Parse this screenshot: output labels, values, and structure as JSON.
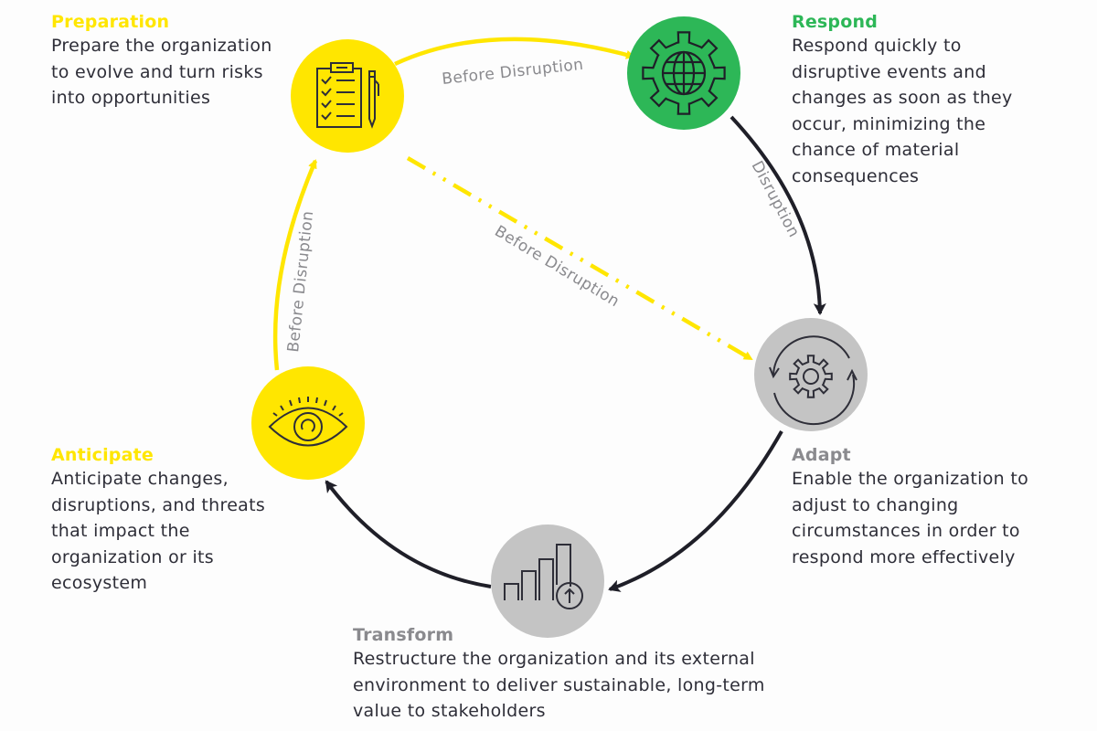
{
  "colors": {
    "yellow": "#ffe600",
    "green": "#2db757",
    "gray_circle": "#c4c4c4",
    "gray_text": "#8a8a8e",
    "dark": "#2e2e38",
    "yellow_title": "#ffe600",
    "green_title": "#2db757",
    "gray_title": "#8a8a8e"
  },
  "stages": {
    "preparation": {
      "title": "Preparation",
      "desc_lines": [
        "Prepare the organization",
        "to evolve and turn risks",
        "into opportunities"
      ],
      "icon": "clipboard-checklist-icon"
    },
    "respond": {
      "title": "Respond",
      "desc_lines": [
        "Respond quickly to",
        "disruptive events and",
        "changes as soon as they",
        "occur, minimizing the",
        "chance of material",
        "consequences"
      ],
      "icon": "gear-globe-icon"
    },
    "adapt": {
      "title": "Adapt",
      "desc_lines": [
        "Enable the organization to",
        "adjust to changing",
        "circumstances in order to",
        "respond more effectively"
      ],
      "icon": "gear-cycle-icon"
    },
    "transform": {
      "title": "Transform",
      "desc_lines": [
        "Restructure the organization and its external",
        "environment to deliver sustainable, long-term",
        "value to stakeholders"
      ],
      "icon": "bar-chart-up-icon"
    },
    "anticipate": {
      "title": "Anticipate",
      "desc_lines": [
        "Anticipate changes,",
        "disruptions, and threats",
        "that impact the",
        "organization or its",
        "ecosystem"
      ],
      "icon": "eye-icon"
    }
  },
  "arrows": {
    "preparation_to_respond": "Before Disruption",
    "respond_to_adapt": "Disruption",
    "preparation_to_adapt": "Before Disruption",
    "anticipate_to_preparation": "Before Disruption"
  }
}
